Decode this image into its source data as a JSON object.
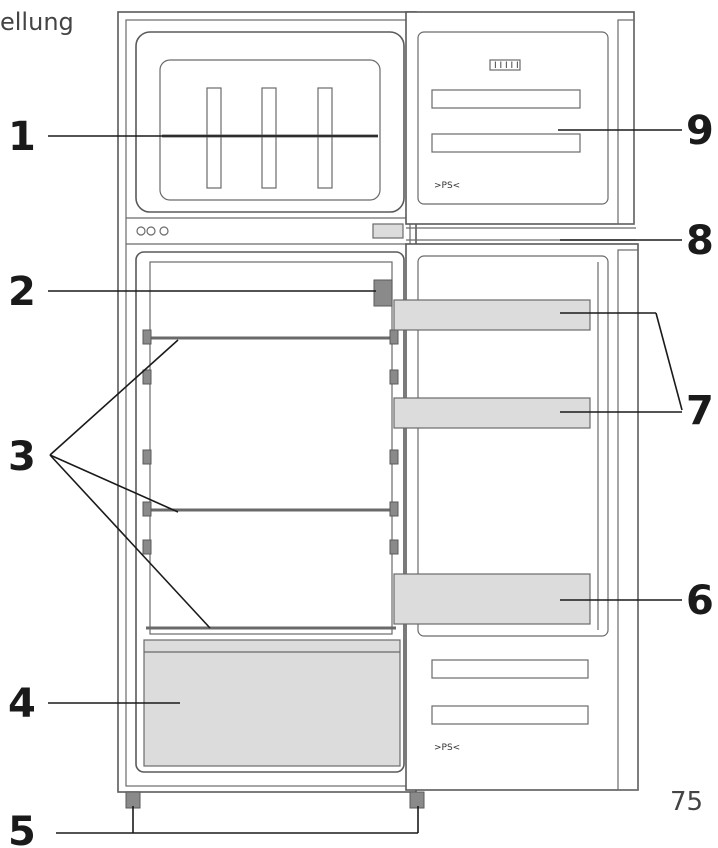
{
  "header_fragment": "ellung",
  "page_number": "75",
  "callouts": {
    "c1": "1",
    "c2": "2",
    "c3": "3",
    "c4": "4",
    "c5": "5",
    "c6": "6",
    "c7": "7",
    "c8": "8",
    "c9": "9"
  },
  "door_marks": {
    "freezer_label": "I I I I I",
    "recycle_top": ">PS<",
    "recycle_bottom": ">PS<"
  }
}
